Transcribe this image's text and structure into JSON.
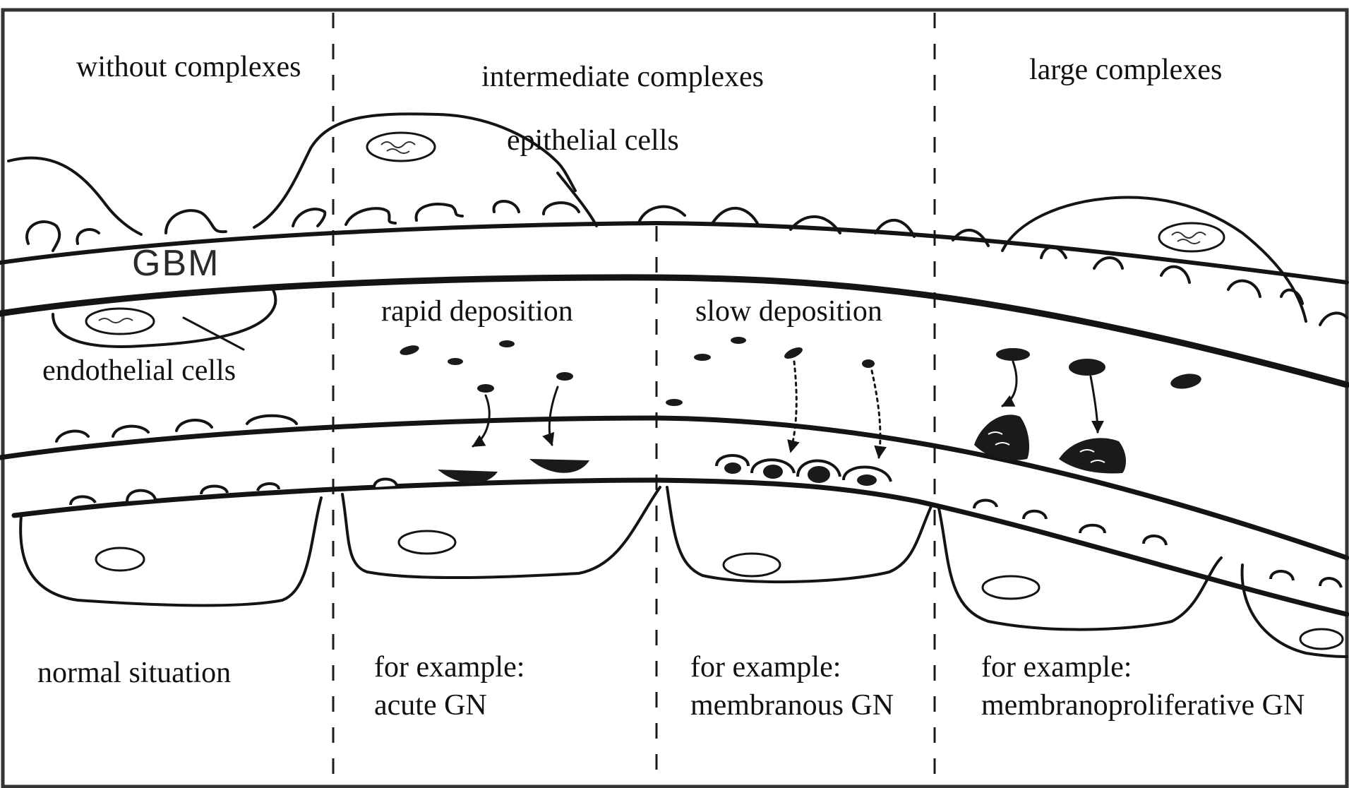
{
  "labels": {
    "without_complexes": "without complexes",
    "intermediate_complexes": "intermediate complexes",
    "large_complexes": "large complexes",
    "epithelial_cells": "epithelial cells",
    "gbm": "GBM",
    "rapid_deposition": "rapid deposition",
    "slow_deposition": "slow deposition",
    "endothelial_cells": "endothelial cells",
    "normal_situation": "normal situation",
    "example_prefix": "for example:",
    "acute_gn": "acute GN",
    "membranous_gn": "membranous GN",
    "membranoproliferative_gn": "membranoproliferative GN"
  },
  "colors": {
    "ink": "#141414",
    "paper": "#ffffff",
    "deposit": "#1a1a1a"
  }
}
